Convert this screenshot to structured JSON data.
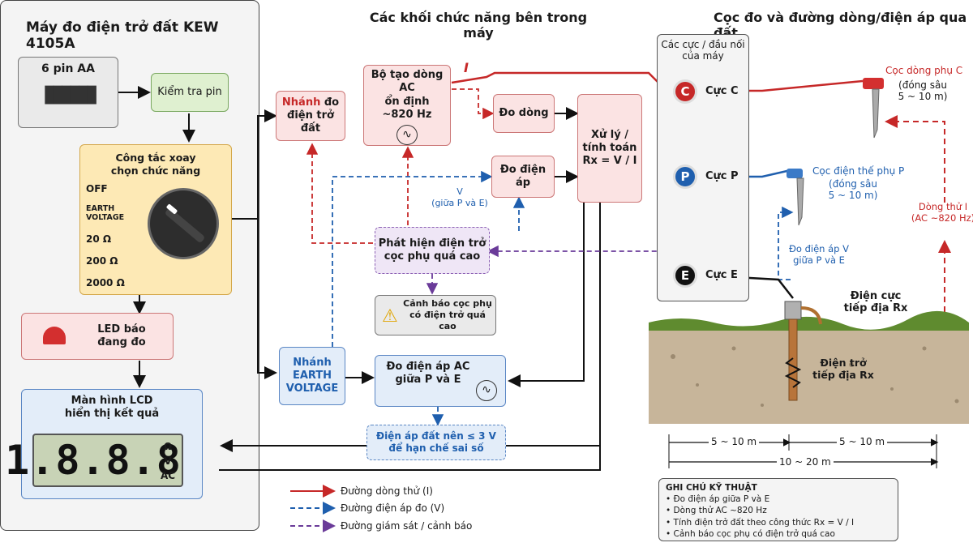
{
  "headers": {
    "left": "Máy đo điện trở đất KEW 4105A",
    "middle": "Các khối chức năng bên trong máy",
    "right": "Cọc đo và đường dòng/điện áp qua đất"
  },
  "left": {
    "battery": "6 pin AA",
    "battery_check": "Kiểm tra pin",
    "switch_title": "Công tắc xoay\nchọn chức năng",
    "switch_options": [
      "OFF",
      "EARTH\nVOLTAGE",
      "20 Ω",
      "200 Ω",
      "2000 Ω"
    ],
    "led": "LED báo\nđang đo",
    "lcd_title": "Màn hình LCD\nhiển thị kết quả",
    "lcd_digits": "1.8.8.8",
    "lcd_units": [
      "Ω",
      "V",
      "AC"
    ]
  },
  "middle": {
    "branch_res_a": "Nhánh",
    "branch_res_b": " đo\nđiện trở đất",
    "ac_gen": "Bộ tạo dòng AC\nổn định\n~820 Hz",
    "i_label": "I",
    "meas_current": "Đo dòng",
    "meas_voltage": "Đo điện áp",
    "processor": "Xử lý /\ntính toán\nRx = V / I",
    "v_label": "V\n(giữa P và E)",
    "detect": "Phát hiện điện trở\ncọc phụ quá cao",
    "warning": "Cảnh báo cọc phụ\ncó điện trở quá cao",
    "branch_ev": "Nhánh\nEARTH\nVOLTAGE",
    "ac_volt": "Đo điện áp AC\ngiữa P và E",
    "ground_note": "Điện áp đất nên ≤ 3 V\nđể hạn chế sai số"
  },
  "legend": [
    "Đường dòng thử (I)",
    "Đường điện áp đo (V)",
    "Đường giám sát / cảnh báo"
  ],
  "terminals": {
    "title": "Các cực / đầu nối\ncủa máy",
    "items": [
      {
        "letter": "C",
        "label": "Cực C",
        "color": "#c62828"
      },
      {
        "letter": "P",
        "label": "Cực P",
        "color": "#1f5fae"
      },
      {
        "letter": "E",
        "label": "Cực E",
        "color": "#111111"
      }
    ]
  },
  "right": {
    "stake_c": "Cọc dòng phụ C",
    "stake_c_depth": "(đóng sâu\n5 ~ 10 m)",
    "stake_p": "Cọc điện thế phụ P",
    "stake_p_depth": "(đóng sâu\n5 ~ 10 m)",
    "current_path": "Dòng thử I\n(AC ~820 Hz)",
    "voltage_path": "Đo điện áp V\ngiữa P và E",
    "electrode": "Điện cực\ntiếp địa Rx",
    "resistance": "Điện trở\ntiếp địa Rx",
    "dist1": "5 ~ 10 m",
    "dist2": "5 ~ 10 m",
    "dist_total": "10 ~ 20 m"
  },
  "notes": {
    "title": "GHI CHÚ KỸ THUẬT",
    "items": [
      "Đo điện áp giữa P và E",
      "Dòng thử AC ~820 Hz",
      "Tính điện trở đất theo công thức Rx = V / I",
      "Cảnh báo cọc phụ có điện trở quá cao"
    ]
  },
  "colors": {
    "current": "#c62828",
    "voltage": "#1f5fae",
    "monitor": "#6a3b99"
  }
}
